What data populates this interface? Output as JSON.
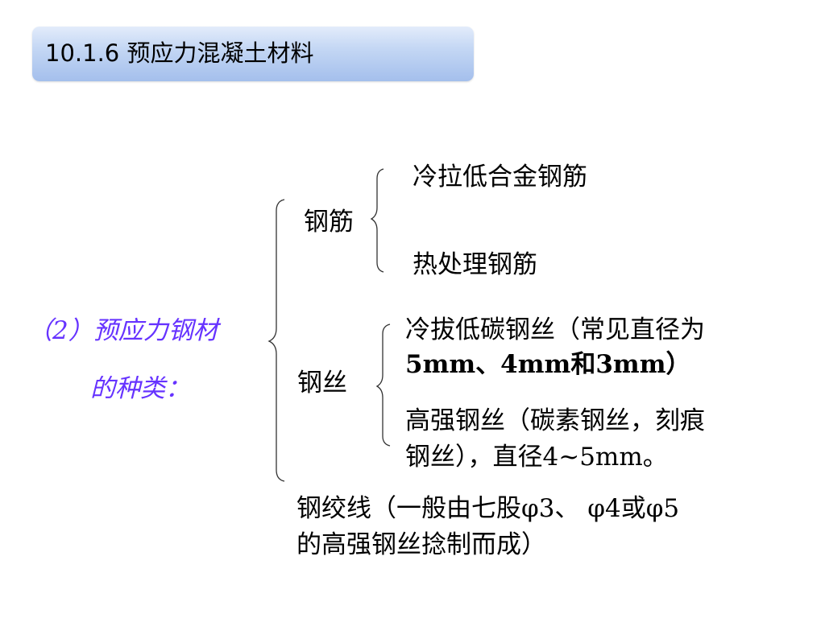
{
  "title": "10.1.6 预应力混凝土材料",
  "left_label": {
    "line1": "（2）预应力钢材",
    "line2": "的种类："
  },
  "categories": {
    "rebar": "钢筋",
    "wire": "钢丝"
  },
  "rebar_items": [
    "冷拉低合金钢筋",
    "热处理钢筋"
  ],
  "wire_items": [
    {
      "line1": "冷拔低碳钢丝（常见直径为",
      "line2": "5mm、4mm和3mm）"
    },
    {
      "line1": "高强钢丝（碳素钢丝，刻痕",
      "line2": "钢丝），直径4~5mm。"
    }
  ],
  "strand": {
    "line1": "钢绞线（一般由七股φ3、 φ4或φ5",
    "line2": "的高强钢丝捻制而成）"
  }
}
